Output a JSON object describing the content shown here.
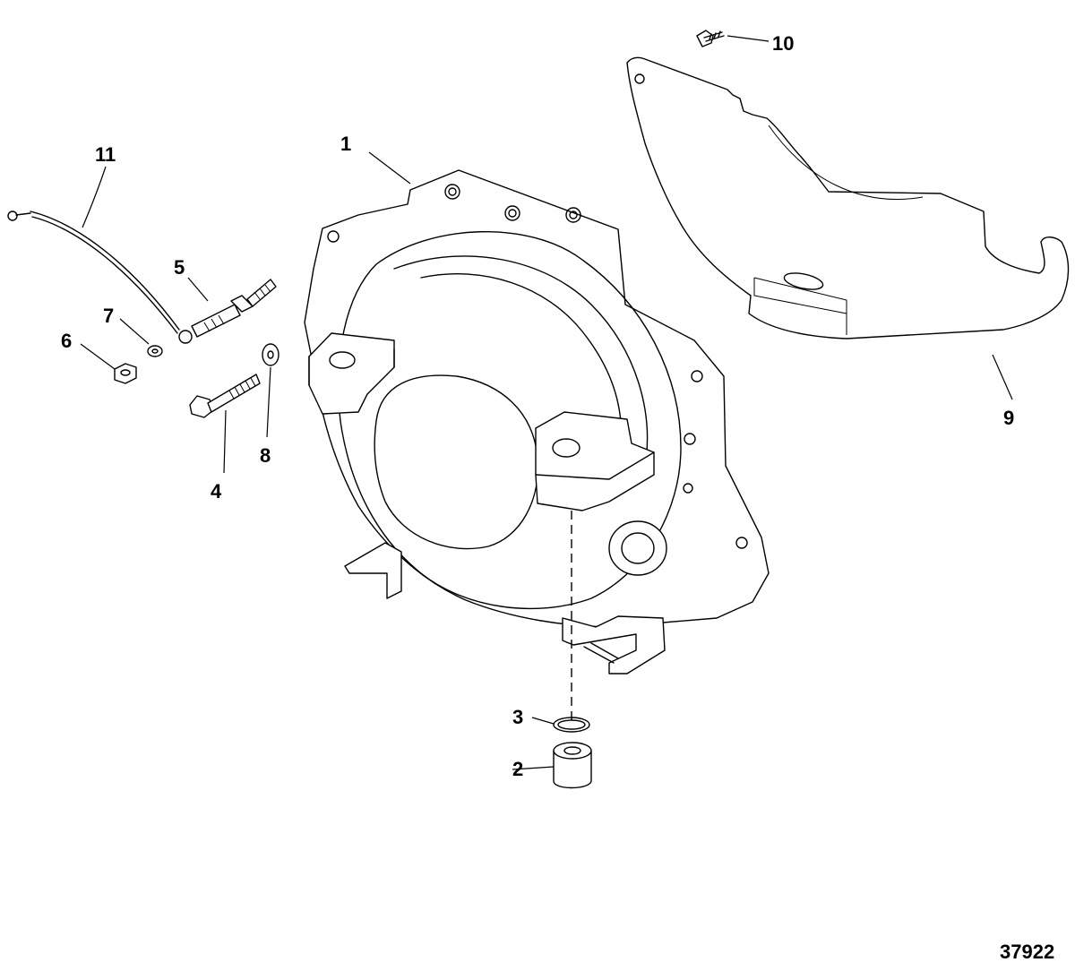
{
  "callouts": {
    "c1": "1",
    "c2": "2",
    "c3": "3",
    "c4": "4",
    "c5": "5",
    "c6": "6",
    "c7": "7",
    "c8": "8",
    "c9": "9",
    "c10": "10",
    "c11": "11"
  },
  "figure_number": "37922"
}
